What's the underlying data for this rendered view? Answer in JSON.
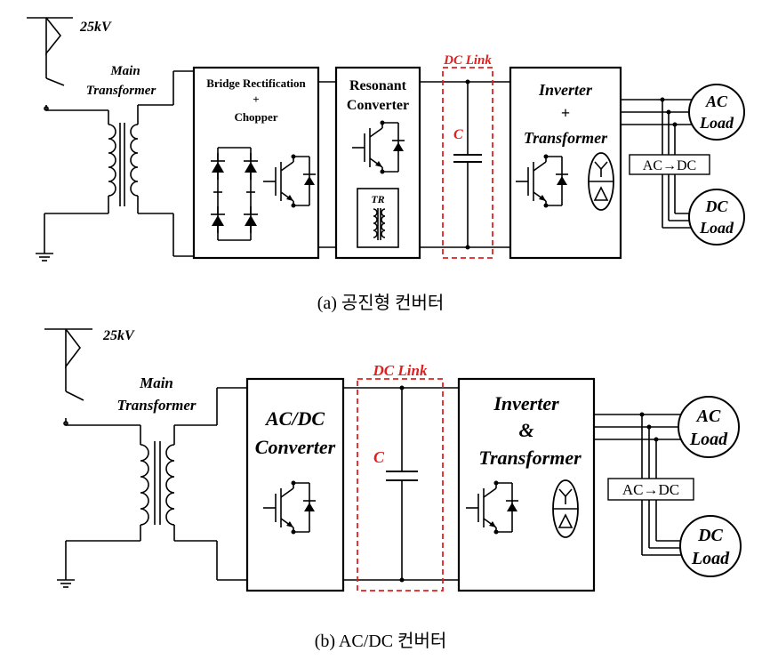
{
  "diagram_a": {
    "voltage": "25kV",
    "main_transformer": [
      "Main",
      "Transformer"
    ],
    "bridge_block": [
      "Bridge Rectification",
      "+",
      "Chopper"
    ],
    "resonant_block": [
      "Resonant",
      "Converter"
    ],
    "tr_label": "TR",
    "dc_link": "DC Link",
    "cap_label": "C",
    "inverter_block": [
      "Inverter",
      "+",
      "Transformer"
    ],
    "ac_load": [
      "AC",
      "Load"
    ],
    "dc_load": [
      "DC",
      "Load"
    ],
    "acdc_label": "AC→DC",
    "caption": "(a)  공진형  컨버터"
  },
  "diagram_b": {
    "voltage": "25kV",
    "main_transformer": [
      "Main",
      "Transformer"
    ],
    "converter_block": [
      "AC/DC",
      "Converter"
    ],
    "dc_link": "DC Link",
    "cap_label": "C",
    "inverter_block": [
      "Inverter",
      "&",
      "Transformer"
    ],
    "ac_load": [
      "AC",
      "Load"
    ],
    "dc_load": [
      "DC",
      "Load"
    ],
    "acdc_label": "AC→DC",
    "caption": "(b)  AC/DC  컨버터"
  },
  "colors": {
    "accent": "#e02020",
    "line": "#000000"
  }
}
